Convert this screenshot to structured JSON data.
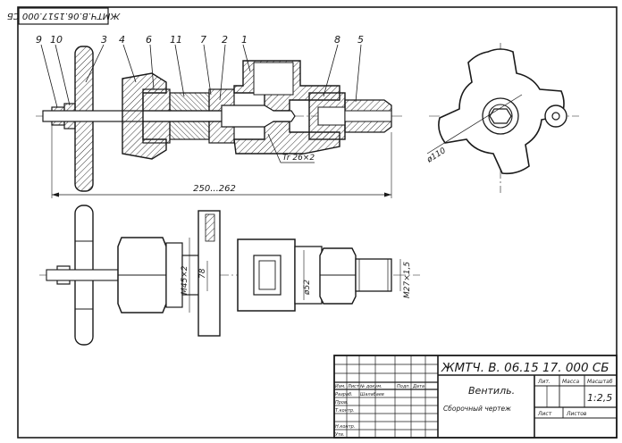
{
  "stamp": {
    "text": "ЖМТЧ.В.06.1517.000 СБ"
  },
  "balloons": [
    "9",
    "10",
    "3",
    "4",
    "6",
    "11",
    "7",
    "2",
    "1",
    "8",
    "5"
  ],
  "dimensions": {
    "overall_length": "250...262",
    "thread_tr": "Tr 26×2",
    "diameter_110": "ø110",
    "thread_m45": "M45×2",
    "size_78": "78",
    "diameter_52": "ø52",
    "thread_m27": "M27×1,5"
  },
  "title_block": {
    "designation": "ЖМТЧ. В. 06.15 17. 000 СБ",
    "name": "Вентиль.",
    "doc_type": "Сборочный чертеж",
    "col_lit": "Лит.",
    "col_mass": "Масса",
    "col_scale": "Масштаб",
    "scale": "1:2,5",
    "sheet": "Лист",
    "sheets": "Листов",
    "row_labels": [
      "Изм.",
      "Лист",
      "№ докум.",
      "Подп.",
      "Дата"
    ],
    "role_labels": [
      "Разраб.",
      "Пров.",
      "Т.контр.",
      "Н.контр.",
      "Утв."
    ],
    "developer": "Шалабаев"
  }
}
